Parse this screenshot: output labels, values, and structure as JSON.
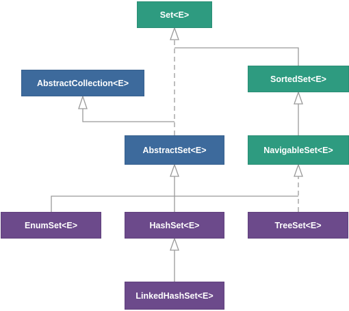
{
  "diagram": {
    "nodes": {
      "set": "Set<E>",
      "abstract_collection": "AbstractCollection<E>",
      "sorted_set": "SortedSet<E>",
      "abstract_set": "AbstractSet<E>",
      "navigable_set": "NavigableSet<E>",
      "enum_set": "EnumSet<E>",
      "hash_set": "HashSet<E>",
      "tree_set": "TreeSet<E>",
      "linked_hash_set": "LinkedHashSet<E>"
    },
    "colors": {
      "interface": "#2e9b80",
      "abstract_class": "#3d6a9c",
      "concrete_class": "#6c4a8b",
      "edge": "#999999"
    }
  }
}
